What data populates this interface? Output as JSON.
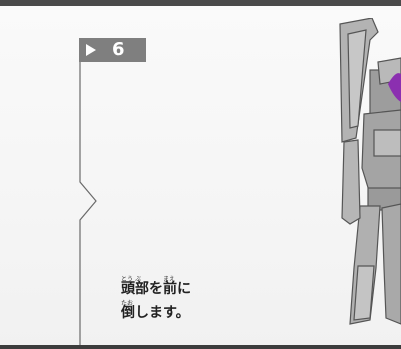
{
  "step": {
    "number": "6"
  },
  "instruction": {
    "line1": "頭部を前に",
    "line2": "倒します。",
    "ruby": {
      "tou": "とう",
      "bu": "ぶ",
      "mae": "まえ",
      "tao": "たお"
    }
  },
  "figure": {
    "name": "robot-figure",
    "accent_color": "#8b2fb0"
  },
  "colors": {
    "rule": "#4a4a4a",
    "tab": "#7f7f7f",
    "text": "#222222"
  }
}
